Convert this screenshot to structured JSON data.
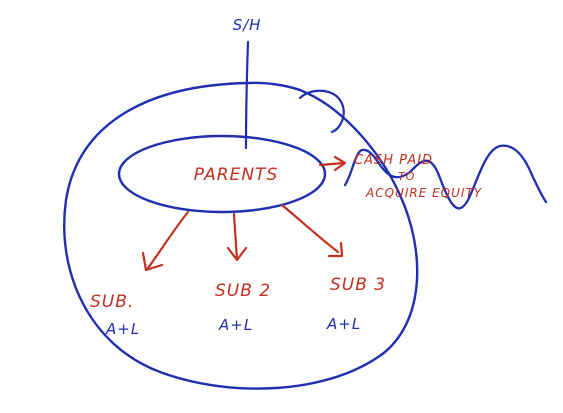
{
  "colors": {
    "background": "#ffffff",
    "blue_ink": "#1f2fb0",
    "red_ink": "#c2301f"
  },
  "labels": {
    "top": "S/H",
    "parent": "PARENTS",
    "cash_line1": "CASH PAID",
    "cash_line2": "TO",
    "cash_line3": "ACQUIRE EQUITY",
    "sub1": "SUB.",
    "sub2": "SUB 2",
    "sub3": "SUB 3",
    "sub1_detail": "A+L",
    "sub2_detail": "A+L",
    "sub3_detail": "A+L"
  }
}
